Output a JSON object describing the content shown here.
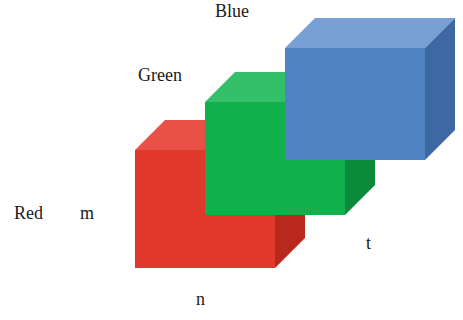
{
  "diagram": {
    "labels": [
      "Blue",
      "Green",
      "Red",
      "m",
      "t",
      "n"
    ]
  }
}
